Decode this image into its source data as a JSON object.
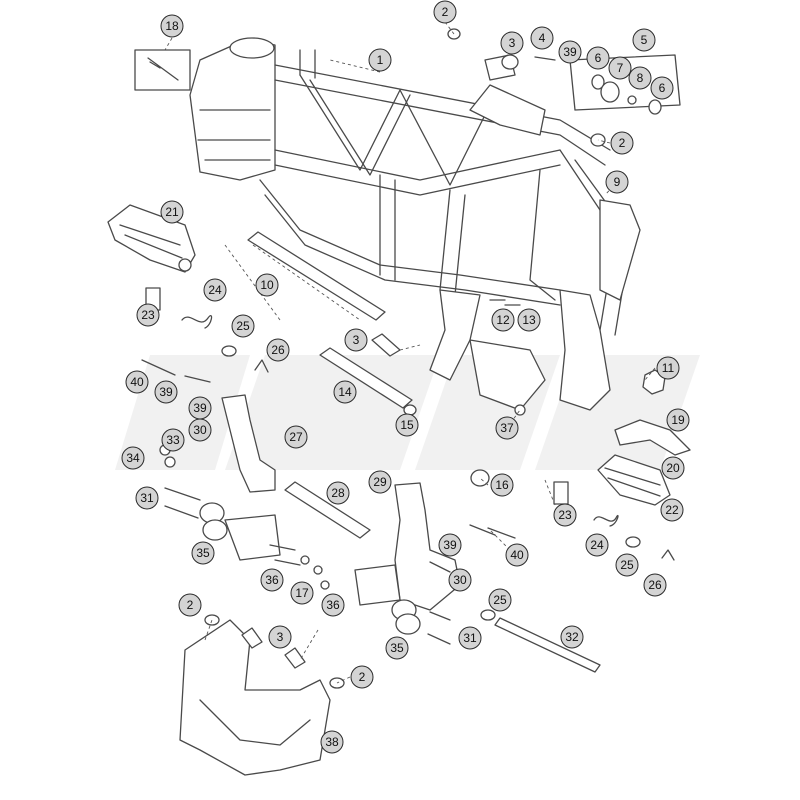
{
  "callouts": [
    {
      "label": "1"
    },
    {
      "label": "2"
    },
    {
      "label": "3"
    },
    {
      "label": "4"
    },
    {
      "label": "39"
    },
    {
      "label": "5"
    },
    {
      "label": "6"
    },
    {
      "label": "7"
    },
    {
      "label": "8"
    },
    {
      "label": "6"
    },
    {
      "label": "18"
    },
    {
      "label": "2"
    },
    {
      "label": "9"
    },
    {
      "label": "21"
    },
    {
      "label": "10"
    },
    {
      "label": "24"
    },
    {
      "label": "23"
    },
    {
      "label": "25"
    },
    {
      "label": "26"
    },
    {
      "label": "3"
    },
    {
      "label": "12"
    },
    {
      "label": "13"
    },
    {
      "label": "11"
    },
    {
      "label": "40"
    },
    {
      "label": "39"
    },
    {
      "label": "14"
    },
    {
      "label": "15"
    },
    {
      "label": "39"
    },
    {
      "label": "30"
    },
    {
      "label": "27"
    },
    {
      "label": "33"
    },
    {
      "label": "34"
    },
    {
      "label": "37"
    },
    {
      "label": "19"
    },
    {
      "label": "20"
    },
    {
      "label": "16"
    },
    {
      "label": "31"
    },
    {
      "label": "28"
    },
    {
      "label": "29"
    },
    {
      "label": "22"
    },
    {
      "label": "23"
    },
    {
      "label": "35"
    },
    {
      "label": "39"
    },
    {
      "label": "40"
    },
    {
      "label": "24"
    },
    {
      "label": "25"
    },
    {
      "label": "26"
    },
    {
      "label": "36"
    },
    {
      "label": "17"
    },
    {
      "label": "30"
    },
    {
      "label": "36"
    },
    {
      "label": "2"
    },
    {
      "label": "3"
    },
    {
      "label": "25"
    },
    {
      "label": "31"
    },
    {
      "label": "32"
    },
    {
      "label": "35"
    },
    {
      "label": "2"
    },
    {
      "label": "38"
    }
  ]
}
